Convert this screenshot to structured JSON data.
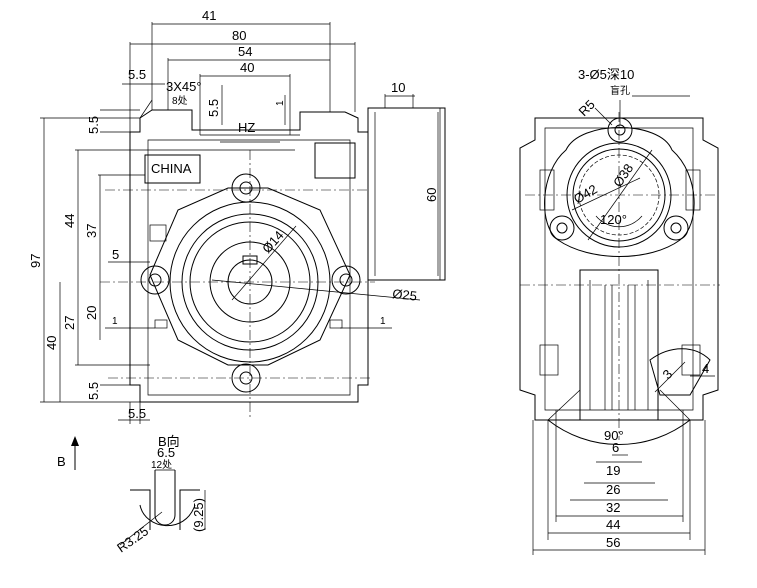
{
  "front_view": {
    "dims": {
      "d41": "41",
      "d80": "80",
      "d54": "54",
      "d40_top": "40",
      "d5_5_top": "5.5",
      "chamfer": "3X45°",
      "chamfer_count": "8处",
      "d5_5_inner": "5.5",
      "d1_short": "1",
      "d5_5_left_upper": "5.5",
      "d97": "97",
      "d44": "44",
      "d37": "37",
      "d5": "5",
      "d20": "20",
      "d27": "27",
      "d40_left": "40",
      "d1_left": "1",
      "d1_right": "1",
      "d5_5_left_lower": "5.5",
      "d5_5_bottom": "5.5",
      "d10": "10",
      "d60": "60",
      "dia14": "Ø14",
      "dia25": "Ø25"
    },
    "labels": {
      "hz": "HZ",
      "china": "CHINA"
    }
  },
  "side_view": {
    "note_holes": "3-Ø5深10",
    "note_blind": "盲孔",
    "dims": {
      "r5": "R5",
      "dia38": "Ø38",
      "dia42": "Ø42",
      "angle120": "120°",
      "d3": "3",
      "d4": "4",
      "angle90": "90°",
      "d6": "6",
      "d19": "19",
      "d26": "26",
      "d32": "32",
      "d44": "44",
      "d56": "56"
    }
  },
  "detail_b": {
    "view_label": "B",
    "title": "B向",
    "d6_5": "6.5",
    "count": "12处",
    "r3_25": "R3.25",
    "d9_25": "(9.25)"
  }
}
